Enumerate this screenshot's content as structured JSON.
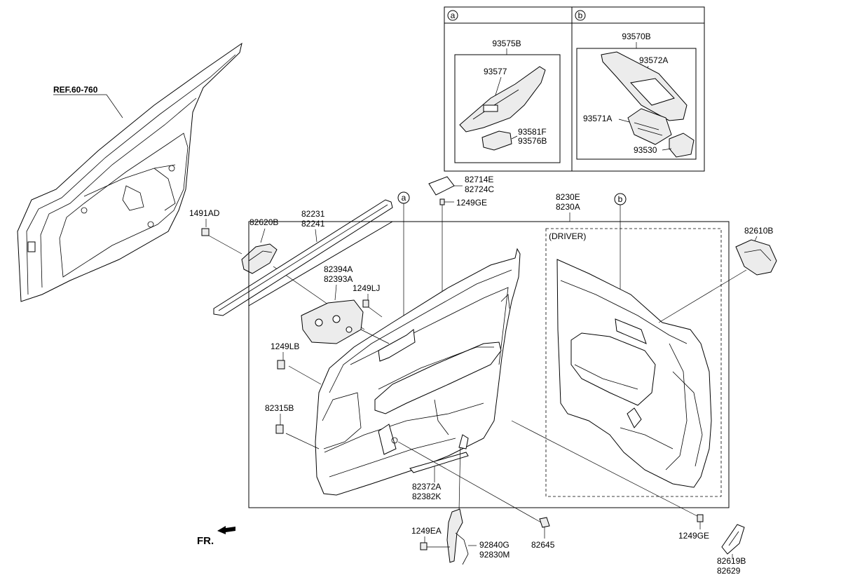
{
  "reference_label": "REF.60-760",
  "direction_label": "FR.",
  "inset_a": {
    "marker": "a",
    "assembly": "93575B",
    "parts": [
      "93577",
      "93581F",
      "93576B"
    ]
  },
  "inset_b": {
    "marker": "b",
    "assembly": "93570B",
    "parts": [
      "93572A",
      "93571A",
      "93530"
    ]
  },
  "callout_markers": [
    "a",
    "b"
  ],
  "driver_label": "(DRIVER)",
  "part_numbers": {
    "p1491AD": "1491AD",
    "p82620B": "82620B",
    "p82231": "82231",
    "p82241": "82241",
    "p82714E": "82714E",
    "p82724C": "82724C",
    "p1249GE_top": "1249GE",
    "p8230E": "8230E",
    "p8230A": "8230A",
    "p82610B": "82610B",
    "p82394A": "82394A",
    "p82393A": "82393A",
    "p1249LJ": "1249LJ",
    "p1249LB": "1249LB",
    "p82315B": "82315B",
    "p82372A": "82372A",
    "p82382K": "82382K",
    "p1249EA": "1249EA",
    "p92840G": "92840G",
    "p92830M": "92830M",
    "p82645": "82645",
    "p1249GE_bottom": "1249GE",
    "p82619B": "82619B",
    "p82629": "82629"
  }
}
